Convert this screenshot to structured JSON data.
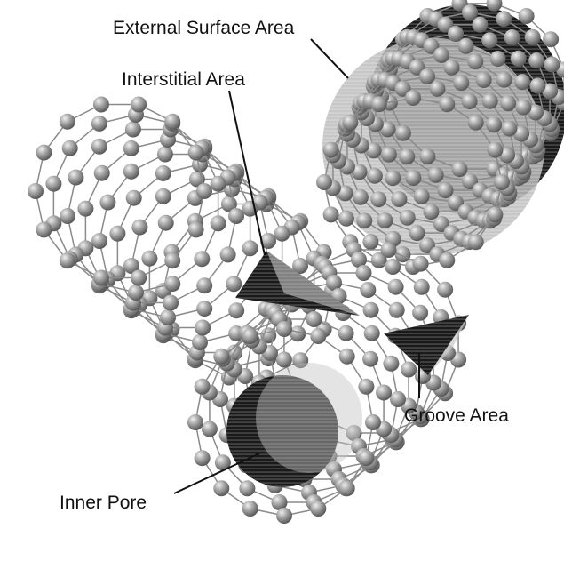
{
  "labels": {
    "external_surface": "External Surface Area",
    "interstitial": "Interstitial Area",
    "groove": "Groove Area",
    "inner_pore": "Inner Pore"
  },
  "colors": {
    "atom_fill": "#9a9a9a",
    "atom_highlight": "#e4e4e4",
    "bond": "#8a8a8a",
    "area_dark": "#1c1c1c",
    "area_translucent": "#b8b8b8",
    "text": "#111111"
  }
}
